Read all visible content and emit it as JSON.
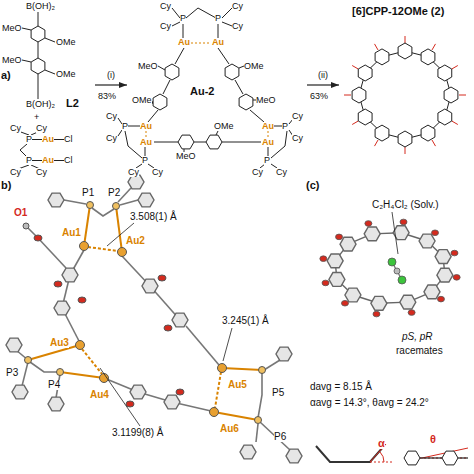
{
  "diagram": {
    "nodes": [
      {
        "text": [
          "L2"
        ]
      },
      {
        "text": [
          "Au-2"
        ]
      },
      {
        "text": [
          "[6]CPP-12OMe (2)"
        ]
      }
    ],
    "edges": [
      {
        "from": 0,
        "to": 1,
        "arrow": "to",
        "label": "(i)"
      },
      {
        "from": 1,
        "to": 2,
        "arrow": "to",
        "label": "(ii)"
      }
    ],
    "labels": [
      "a)",
      "B(OH)₂",
      "OMe",
      "MeO",
      "OMe",
      "MeO",
      "B(OH)₂",
      "+",
      "Cy",
      "Cy",
      "P",
      "Au",
      "Cl",
      "P",
      "Au",
      "Cl",
      "Cy",
      "Cy",
      "83%",
      "Cy",
      "Cy",
      "P",
      "P",
      "Cy",
      "Cy",
      "Au",
      "Au",
      "MeO",
      "OMe",
      "OMe",
      "MeO",
      "MeO",
      "OMe",
      "Au",
      "Au",
      "P",
      "P",
      "Cy",
      "Cy",
      "Cy",
      "Cy",
      "Au",
      "Au",
      "P",
      "P",
      "Cy",
      "Cy",
      "Cy",
      "Cy",
      "63%",
      "b)",
      "P1",
      "P2",
      "O1",
      "Au1",
      "Au2",
      "3.508(1) Å",
      "3.245(1) Å",
      "P3",
      "P4",
      "Au3",
      "Au4",
      "3.1199(8) Å",
      "Au5",
      "P5",
      "Au6",
      "P6",
      "(c)",
      "C₂H₄Cl₂ (Solv.)",
      "pS, pR",
      "racemates",
      "davg = 8.15 Å",
      "αavg = 14.3°, θavg = 24.2°",
      "α",
      "θ"
    ]
  }
}
